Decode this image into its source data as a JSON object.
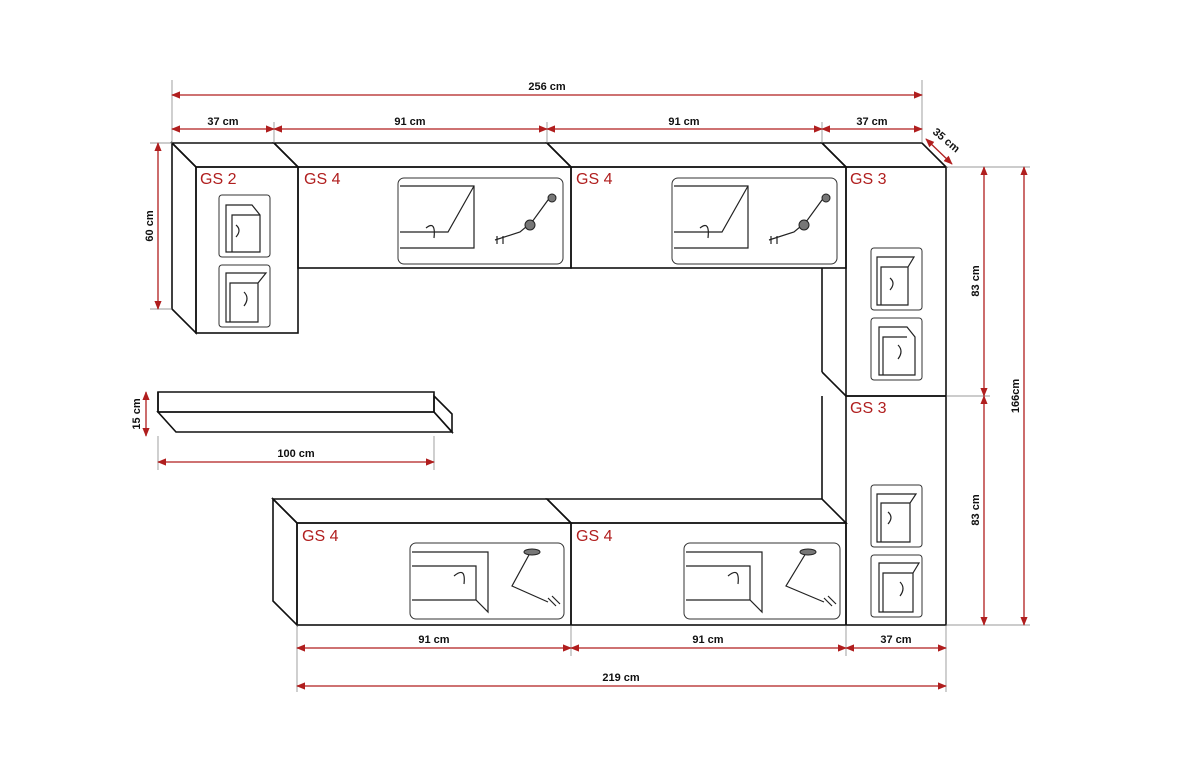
{
  "modules": {
    "gs2": "GS 2",
    "gs4_top_left": "GS 4",
    "gs4_top_right": "GS 4",
    "gs3_upper": "GS 3",
    "gs3_lower": "GS 3",
    "gs4_bottom_left": "GS 4",
    "gs4_bottom_right": "GS 4"
  },
  "dimensions": {
    "total_width": "256 cm",
    "top_w1": "37 cm",
    "top_w2": "91 cm",
    "top_w3": "91 cm",
    "top_w4": "37 cm",
    "depth": "35 cm",
    "left_height": "60 cm",
    "shelf_height": "15 cm",
    "shelf_width": "100 cm",
    "right_h_upper": "83 cm",
    "right_h_lower": "83 cm",
    "total_height": "166cm",
    "bottom_w1": "91 cm",
    "bottom_w2": "91 cm",
    "bottom_w3": "37 cm",
    "bottom_total": "219 cm"
  },
  "colors": {
    "dimension_line": "#b01e1e",
    "module_label": "#b01e1e",
    "outline": "#111111"
  }
}
